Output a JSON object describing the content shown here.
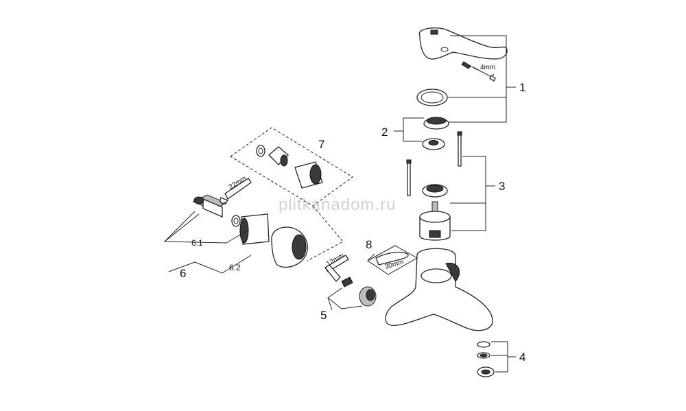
{
  "callouts": {
    "c1": "1",
    "c2": "2",
    "c3": "3",
    "c4": "4",
    "c5": "5",
    "c6": "6",
    "c6_1": "6.1",
    "c6_2": "6.2",
    "c7": "7",
    "c8": "8"
  },
  "dimensions": {
    "hex_4mm": "4mm",
    "wrench_22mm": "22mm",
    "hex_12mm": "12mm",
    "wrench_30mm": "30mm"
  },
  "watermark": "plitkanadom.ru"
}
